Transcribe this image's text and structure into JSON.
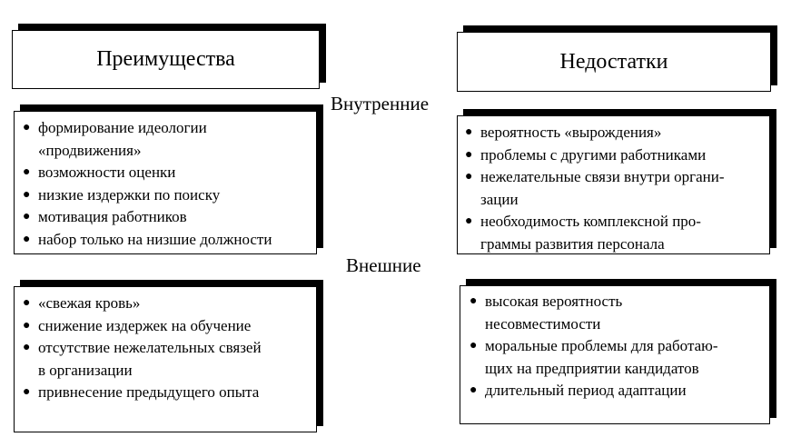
{
  "headers": {
    "advantages": "Преимущества",
    "disadvantages": "Недостатки"
  },
  "sections": {
    "internal": "Внутренние",
    "external": "Внешние"
  },
  "bullet": "●",
  "internal_advantages": [
    "формирование идеологии",
    "«продвижения»",
    "возможности оценки",
    "низкие издержки по поиску",
    "мотивация работников",
    "набор только на низшие должности"
  ],
  "internal_disadvantages": [
    "вероятность «вырождения»",
    "проблемы с другими работниками",
    "нежелательные связи внутри органи-",
    "зации",
    "необходимость комплексной про-",
    "граммы развития персонала"
  ],
  "external_advantages": [
    "«свежая кровь»",
    "снижение издержек на обучение",
    "отсутствие нежелательных связей",
    "в организации",
    "привнесение предыдущего опыта"
  ],
  "external_disadvantages": [
    "высокая вероятность",
    "несовместимости",
    "моральные проблемы для работаю-",
    "щих на предприятии кандидатов",
    "длительный период адаптации"
  ]
}
